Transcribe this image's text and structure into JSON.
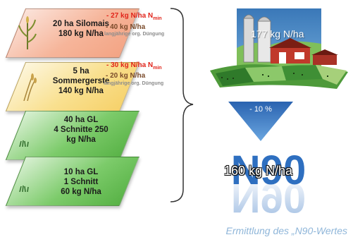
{
  "fields": [
    {
      "lines": [
        "20 ha Silomais",
        "180 kg N/ha"
      ],
      "nmin": "- 27 kg N/ha N",
      "nmin_sub": "min",
      "reduction": "- 40 kg N/ha",
      "note": "langjährige org. Düngung",
      "color": "#f3a484"
    },
    {
      "lines": [
        "5 ha",
        "Sommergerste",
        "140 kg N/ha"
      ],
      "nmin": "- 30 kg N/ha N",
      "nmin_sub": "min",
      "reduction": "- 20 kg N/ha",
      "note": "langjährige org. Düngung",
      "color": "#f6d16a"
    },
    {
      "lines": [
        "40 ha GL",
        "4 Schnitte 250",
        "kg N/ha"
      ],
      "color": "#58b246"
    },
    {
      "lines": [
        "10 ha GL",
        "1 Schnitt",
        "60 kg N/ha"
      ],
      "color": "#58b246"
    }
  ],
  "farm": {
    "label": "177 kg N/ha"
  },
  "arrow": {
    "label": "- 10 %",
    "color": "#2e6fc0"
  },
  "result": {
    "big_text": "N90",
    "label": "160 kg N/ha",
    "color": "#2e6fc0"
  },
  "caption": "Ermittlung des „N90-Wertes"
}
